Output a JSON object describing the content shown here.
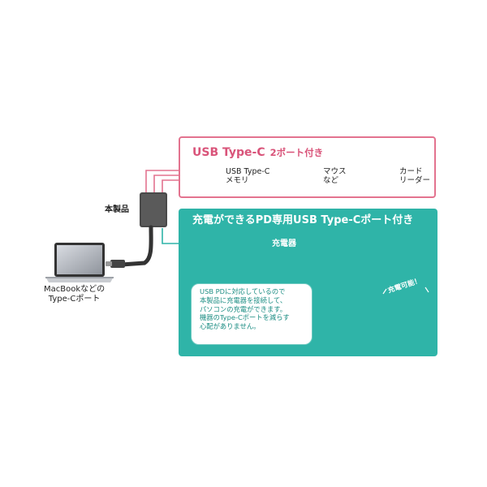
{
  "header": {
    "title": "USB Type-C",
    "subtitle": "2ポート付き"
  },
  "devices": {
    "usb_memory": "USB Type-C\nメモリ",
    "mouse": "マウス\nなど",
    "card_reader": "カード\nリーダー"
  },
  "product_label": "本製品",
  "macbook_label": "MacBookなどの\nType-Cポート",
  "pd_section": {
    "title": "充電ができるPD専用USB Type-Cポート付き",
    "charger_label": "充電器",
    "info_text": "USB PDに対応しているので\n本製品に充電器を接続して、\nパソコンの充電ができます。\n機器のType-Cポートを減らす\n心配がありません。",
    "badge": "充電可能！"
  },
  "colors": {
    "pink": "#e3738f",
    "teal": "#2fb4a8",
    "background": "#ffffff"
  },
  "icons": [
    "usb-memory-icon",
    "mouse-icon",
    "card-reader-icon",
    "adapter-icon",
    "macbook-icon",
    "charger-icon",
    "outlet-icon",
    "laptop-charging-icon"
  ]
}
